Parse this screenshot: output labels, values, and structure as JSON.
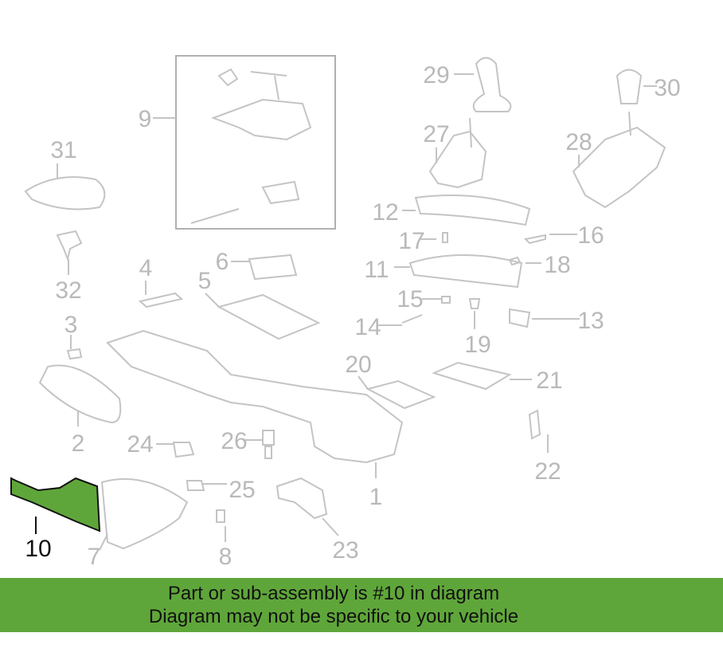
{
  "diagram": {
    "highlighted_part": "10",
    "labels": [
      "1",
      "2",
      "3",
      "4",
      "5",
      "6",
      "7",
      "8",
      "9",
      "10",
      "11",
      "12",
      "13",
      "14",
      "15",
      "16",
      "17",
      "18",
      "19",
      "20",
      "21",
      "22",
      "23",
      "24",
      "25",
      "26",
      "27",
      "28",
      "29",
      "30",
      "31",
      "32"
    ],
    "highlight_color": "#5fa63a",
    "line_color": "#c4c4c4"
  },
  "banner": {
    "line1": "Part or sub-assembly is #10 in diagram",
    "line2": "Diagram may not be specific to your vehicle",
    "color": "#5fa63a"
  }
}
